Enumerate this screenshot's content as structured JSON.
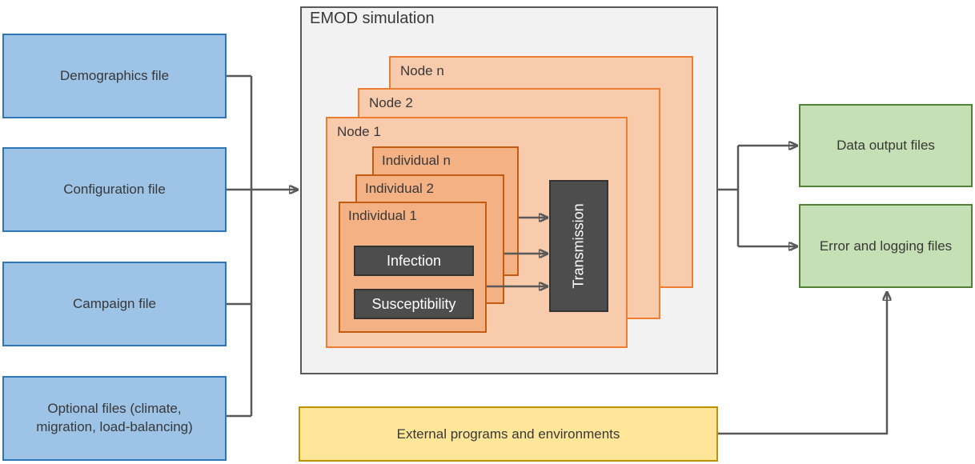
{
  "palette": {
    "input_fill": "#9DC3E6",
    "input_border": "#2E75B6",
    "node_fill": "#F8CBAD",
    "node_border": "#ED7D31",
    "individual_fill": "#F4B183",
    "individual_border": "#C55A11",
    "component_fill": "#4D4D4D",
    "component_border": "#333333",
    "panel_fill": "#F2F2F2",
    "panel_border": "#595959",
    "output_fill": "#C5E0B4",
    "output_border": "#538135",
    "external_fill": "#FFE699",
    "external_border": "#BF9000",
    "connector": "#595959",
    "text_dark": "#383838",
    "text_light": "#FFFFFF"
  },
  "diagram": {
    "title": "EMOD simulation",
    "inputs": [
      {
        "label": "Demographics file"
      },
      {
        "label": "Configuration file"
      },
      {
        "label": "Campaign file"
      },
      {
        "label": "Optional files (climate, migration, load-balancing)"
      }
    ],
    "nodes": [
      {
        "label": "Node n"
      },
      {
        "label": "Node 2"
      },
      {
        "label": "Node 1"
      }
    ],
    "individuals": [
      {
        "label": "Individual n"
      },
      {
        "label": "Individual 2"
      },
      {
        "label": "Individual 1"
      }
    ],
    "components": [
      {
        "label": "Infection"
      },
      {
        "label": "Susceptibility"
      }
    ],
    "transmission_label": "Transmission",
    "outputs": [
      {
        "label": "Data output files"
      },
      {
        "label": "Error and logging files"
      }
    ],
    "external_label": "External programs and environments"
  }
}
